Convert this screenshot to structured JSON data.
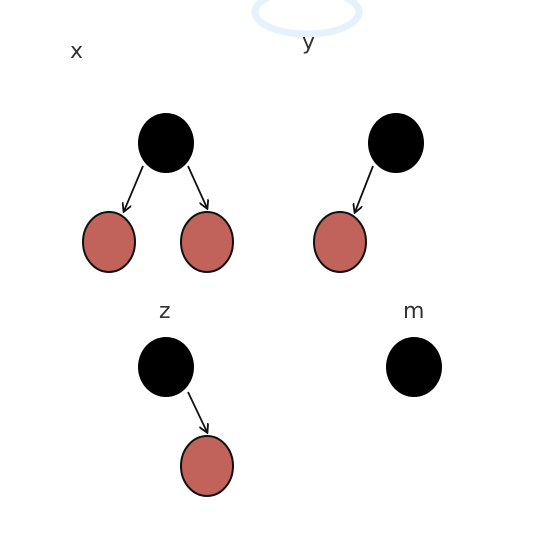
{
  "labels": {
    "x": "x",
    "y": "y",
    "z": "z",
    "m": "m"
  },
  "colors": {
    "black_node": "#000000",
    "red_node": "#c1635b",
    "stroke": "#111111",
    "watermark": "#e6f2fb"
  },
  "trees": [
    {
      "label": "x",
      "root": "black",
      "left_child": "red",
      "right_child": "red"
    },
    {
      "label": "y",
      "root": "black",
      "left_child": "red"
    },
    {
      "label": "z",
      "root": "black",
      "right_child": "red"
    },
    {
      "label": "m",
      "root": "black"
    }
  ]
}
